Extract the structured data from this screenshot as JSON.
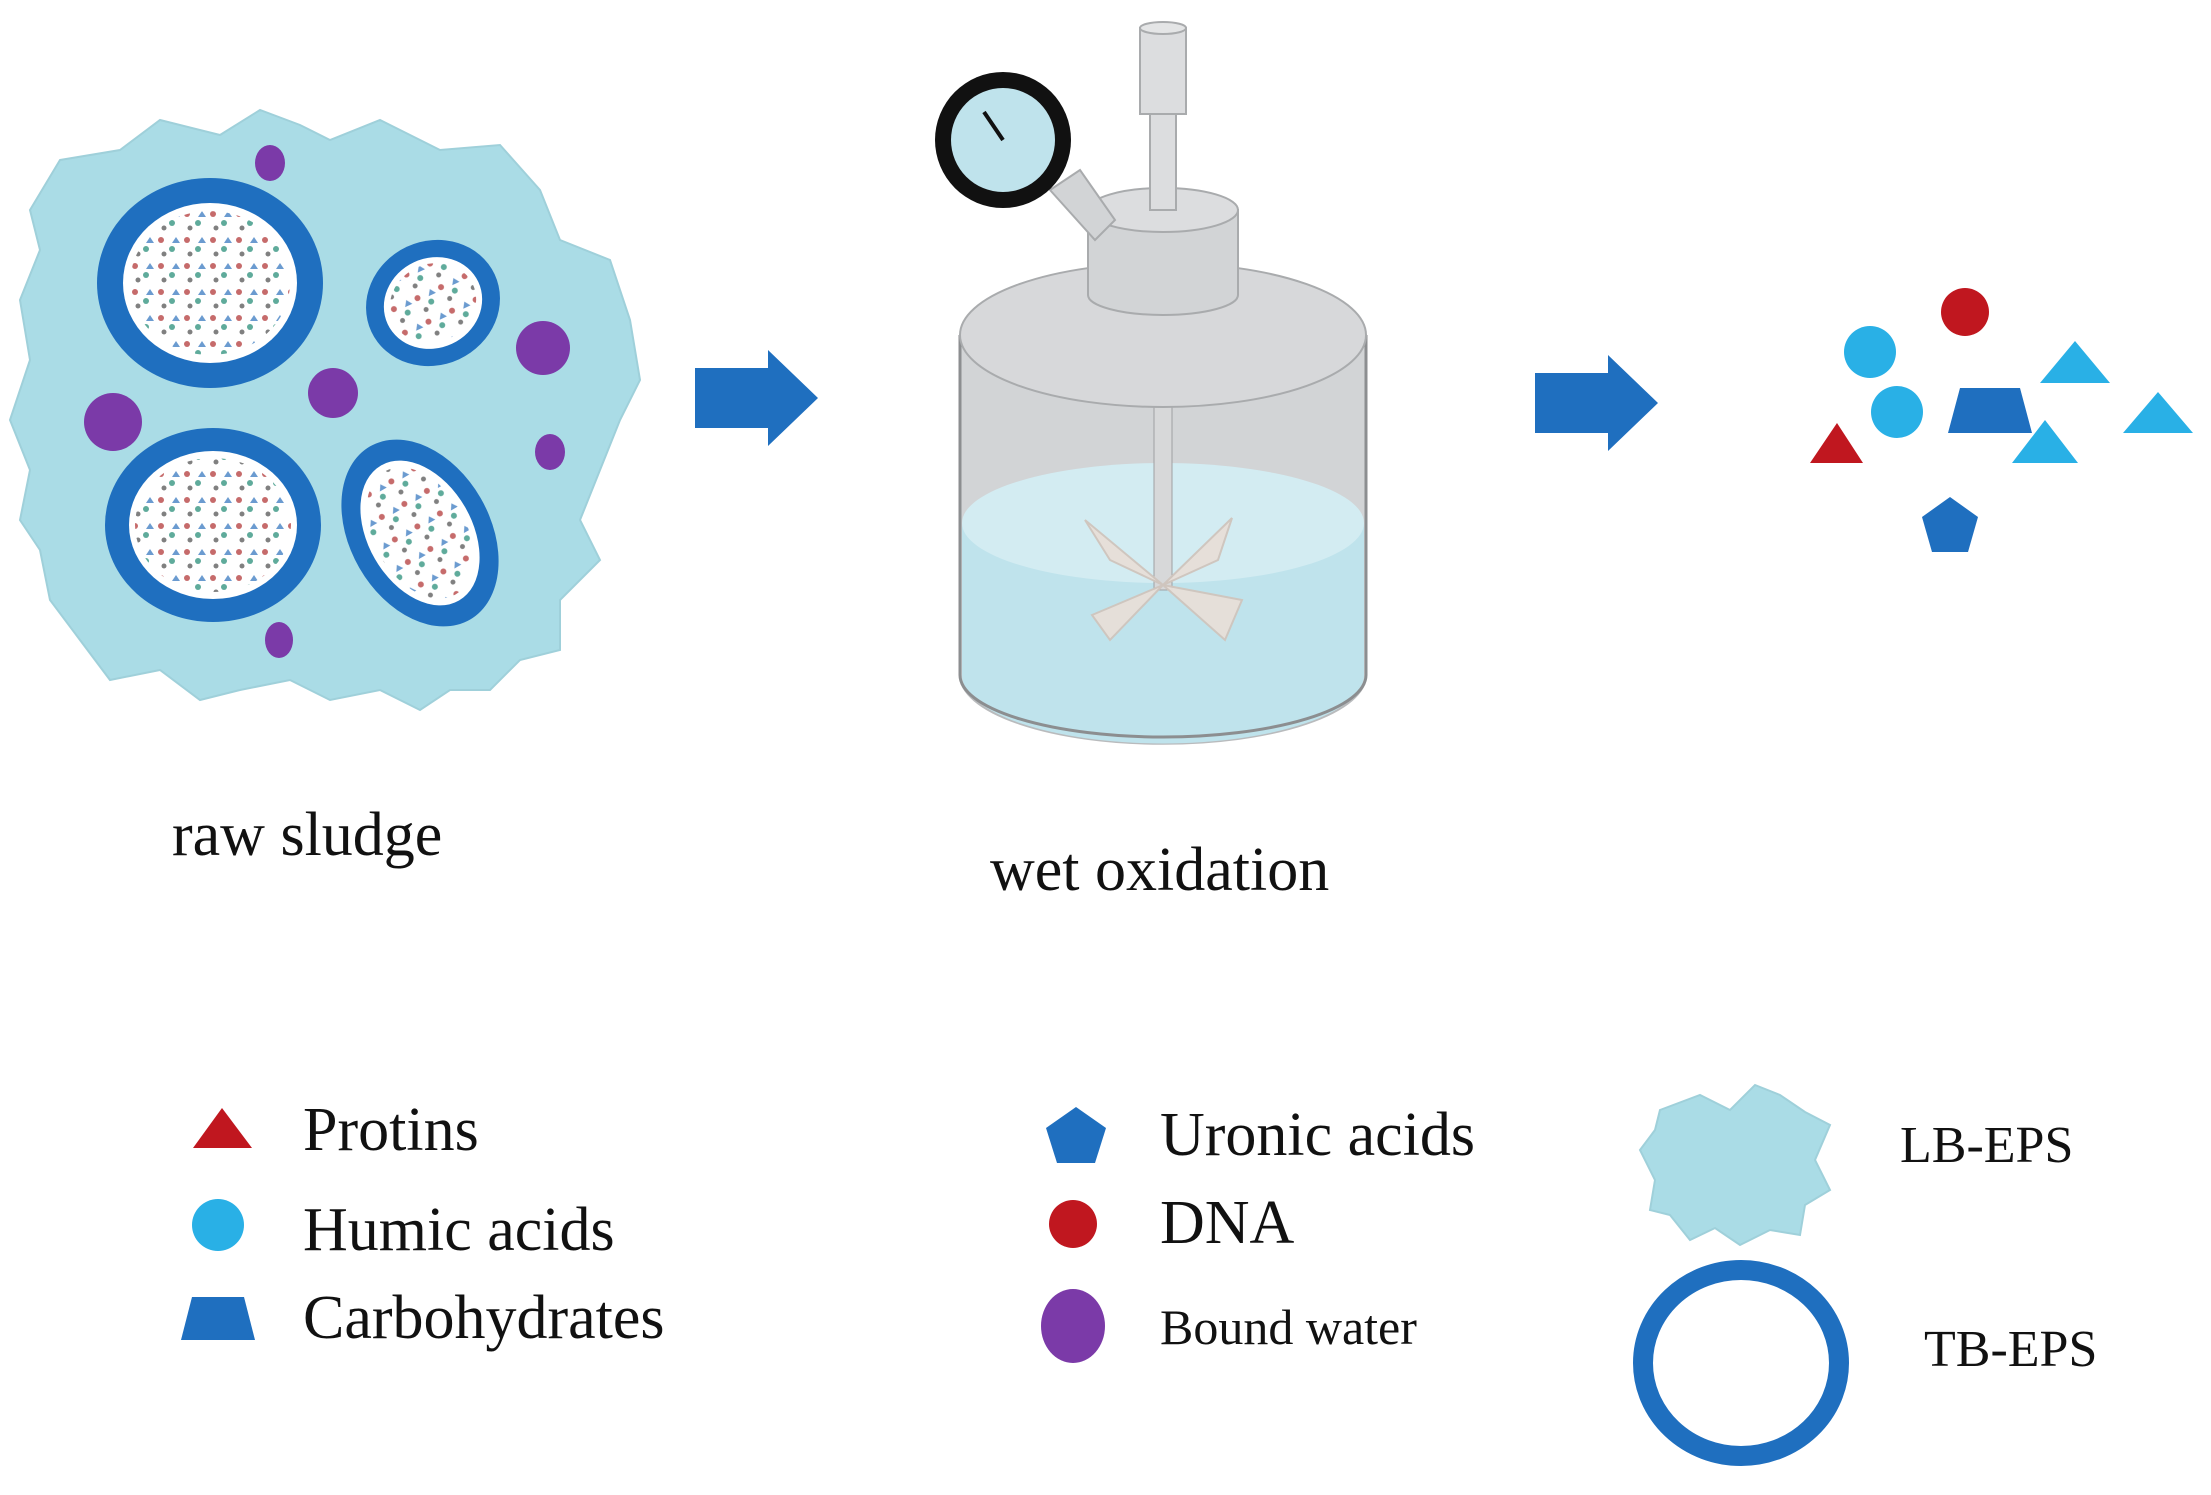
{
  "stages": {
    "raw_sludge": "raw sludge",
    "wet_oxidation": "wet oxidation"
  },
  "legend": {
    "proteins": "Protins",
    "humic_acids": "Humic acids",
    "carbohydrates": "Carbohydrates",
    "uronic_acids": "Uronic acids",
    "dna": "DNA",
    "bound_water": "Bound water",
    "lb_eps": "LB-EPS",
    "tb_eps": "TB-EPS"
  },
  "colors": {
    "protein": "#c0171f",
    "humic": "#29b0e6",
    "carbohydrate": "#1f6fbf",
    "uronic": "#1f6fbf",
    "dna": "#c0171f",
    "bound_water": "#7b3aa8",
    "lb_eps": "#aadce6",
    "tb_eps": "#1f6fbf",
    "arrow": "#1f6fbf"
  }
}
